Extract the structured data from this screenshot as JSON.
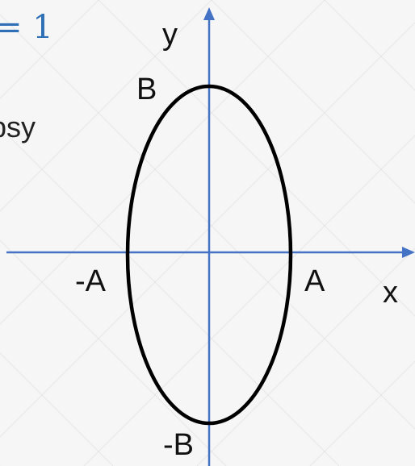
{
  "colors": {
    "background": "#f6f6f6",
    "pattern_line": "#e6e6e6",
    "axis": "#4472c4",
    "curve": "#000000",
    "equation": "#2e6fb5",
    "label": "#111111"
  },
  "fragments": {
    "equation_tail": "= 1",
    "text_tail": "psy"
  },
  "diagram": {
    "axes": {
      "x_label": "x",
      "y_label": "y"
    },
    "points": {
      "a_pos": "A",
      "a_neg": "-A",
      "b_pos": "B",
      "b_neg": "-B"
    }
  },
  "icons": {
    "axis_arrow": "triangle-arrow-icon"
  }
}
